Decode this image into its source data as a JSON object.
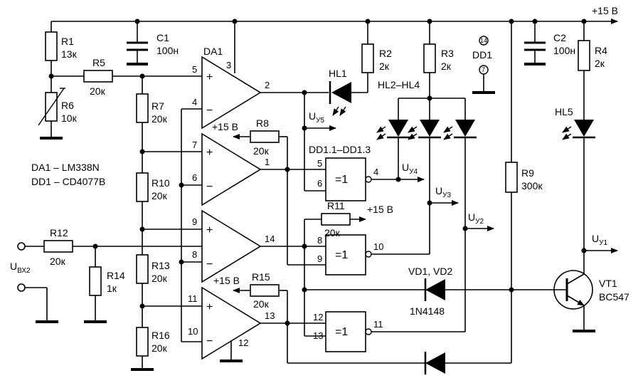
{
  "supply": {
    "label": "+15 В",
    "sub_label": "+15 В"
  },
  "ic_notes": [
    "DA1 – LM338N",
    "DD1 – CD4077B"
  ],
  "opamp_title": "DA1",
  "components": {
    "R1": {
      "ref": "R1",
      "value": "13к"
    },
    "R2": {
      "ref": "R2",
      "value": "2к"
    },
    "R3": {
      "ref": "R3",
      "value": "2к"
    },
    "R4": {
      "ref": "R4",
      "value": "2к"
    },
    "R5": {
      "ref": "R5",
      "value": "20к"
    },
    "R6": {
      "ref": "R6",
      "value": "10к"
    },
    "R7": {
      "ref": "R7",
      "value": "20к"
    },
    "R8": {
      "ref": "R8",
      "value": "20к"
    },
    "R9": {
      "ref": "R9",
      "value": "300к"
    },
    "R10": {
      "ref": "R10",
      "value": "20к"
    },
    "R11": {
      "ref": "R11",
      "value": "20к"
    },
    "R12": {
      "ref": "R12",
      "value": "20к"
    },
    "R13": {
      "ref": "R13",
      "value": "20к"
    },
    "R14": {
      "ref": "R14",
      "value": "1к"
    },
    "R15": {
      "ref": "R15",
      "value": "20к"
    },
    "R16": {
      "ref": "R16",
      "value": "20к"
    },
    "C1": {
      "ref": "C1",
      "value": "100н"
    },
    "C2": {
      "ref": "C2",
      "value": "100н"
    },
    "HL1": {
      "ref": "HL1"
    },
    "HL2_4": {
      "ref": "HL2–HL4"
    },
    "HL5": {
      "ref": "HL5"
    },
    "VD": {
      "ref": "VD1, VD2",
      "value": "1N4148"
    },
    "VT1": {
      "ref": "VT1",
      "value": "BC547"
    },
    "DD1_power": {
      "ref": "DD1",
      "pin_vcc": "14",
      "pin_gnd": "7"
    },
    "gates": {
      "ref": "DD1.1–DD1.3",
      "symbol": "=1"
    }
  },
  "input_label": {
    "main": "U",
    "sub": "ВХ2"
  },
  "outputs": {
    "uy1": {
      "main": "U",
      "sub": "У1"
    },
    "uy2": {
      "main": "U",
      "sub": "У2"
    },
    "uy3": {
      "main": "U",
      "sub": "У3"
    },
    "uy4": {
      "main": "U",
      "sub": "У4"
    },
    "uy5": {
      "main": "U",
      "sub": "У5"
    }
  },
  "opamp_pins": {
    "a": {
      "p": "5",
      "m": "4",
      "o": "2",
      "v": "3"
    },
    "b": {
      "p": "7",
      "m": "6",
      "o": "1"
    },
    "c": {
      "p": "9",
      "m": "8",
      "o": "14"
    },
    "d": {
      "p": "11",
      "m": "10",
      "o": "13",
      "g": "12"
    }
  },
  "gate_pins": {
    "g1": {
      "a": "5",
      "b": "6",
      "o": "4"
    },
    "g2": {
      "a": "8",
      "b": "9",
      "o": "10"
    },
    "g3": {
      "a": "12",
      "b": "13",
      "o": "11"
    }
  },
  "opamp_signs": {
    "plus": "+",
    "minus": "−"
  }
}
